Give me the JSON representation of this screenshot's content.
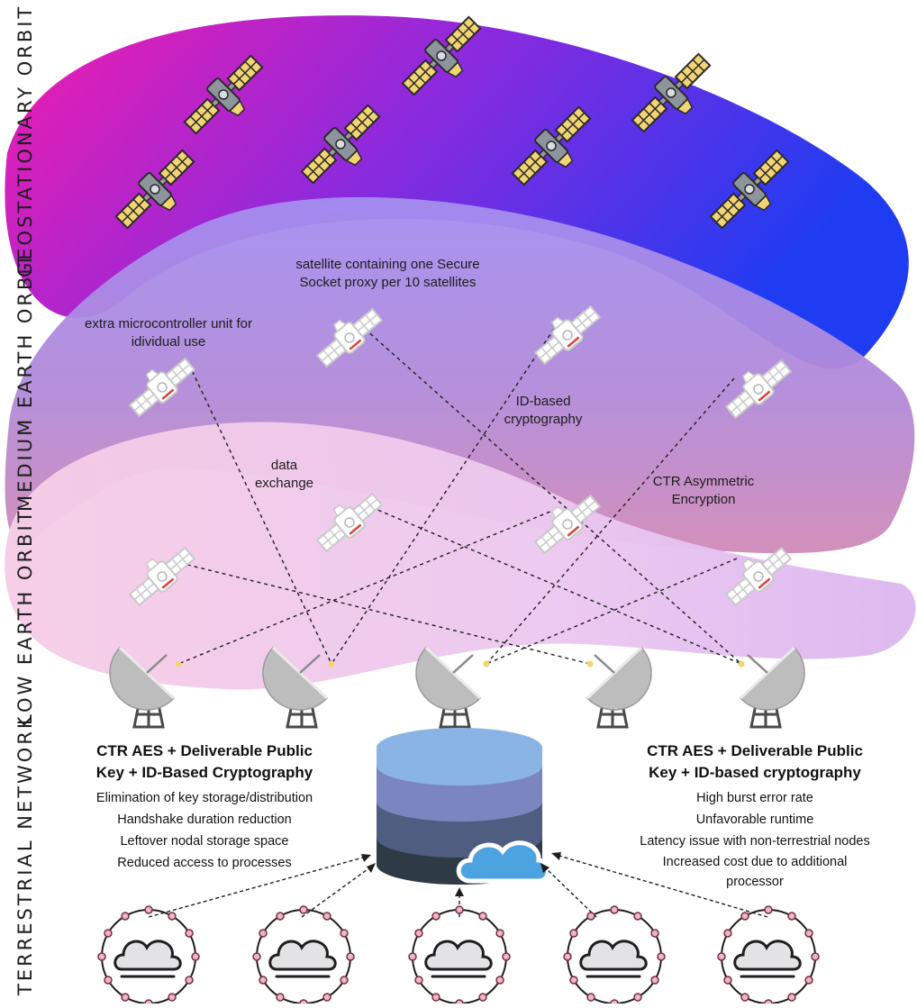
{
  "orbit_labels": {
    "geo": "GEOSTATIONARY ORBIT",
    "meo": "MEDIUM EARTH ORBIT",
    "leo": "LOW EARTH ORBIT",
    "terrestrial": "TERRESTRIAL NETWORK"
  },
  "annotations": {
    "proxy": "satellite containing one Secure Socket proxy per 10 satellites",
    "mcu": "extra microcontroller unit for idividual use",
    "id_crypto": "ID-based cryptography",
    "data_exchange": "data exchange",
    "ctr_asym": "CTR Asymmetric Encryption"
  },
  "left_panel": {
    "title_line1": "CTR AES + Deliverable Public",
    "title_line2": "Key + ID-Based Cryptography",
    "items": [
      "Elimination of key storage/distribution",
      "Handshake duration reduction",
      "Leftover nodal storage space",
      "Reduced access to processes"
    ]
  },
  "right_panel": {
    "title_line1": "CTR AES + Deliverable Public",
    "title_line2": "Key + ID-based cryptography",
    "items": [
      "High burst error rate",
      "Unfavorable runtime",
      "Latency issue with non-terrestrial nodes",
      "Increased cost due to additional processor"
    ]
  },
  "colors": {
    "geo_gradient": [
      "#f01fb0",
      "#7a2fe0",
      "#1d3ff0"
    ],
    "meo_fill": "#a98be6",
    "leo_fill": "#efc9ea",
    "db_layers": [
      "#8ab4e3",
      "#7b86c0",
      "#4e5d80",
      "#2e3b46"
    ],
    "cloud": "#4da3e0"
  },
  "icons": {
    "geo_satellite": "satellite-icon",
    "orbit_satellite": "satellite-outline-icon",
    "ground_station": "satellite-dish-icon",
    "database": "database-icon",
    "cloud": "cloud-icon",
    "network_node": "cloud-node-icon"
  }
}
